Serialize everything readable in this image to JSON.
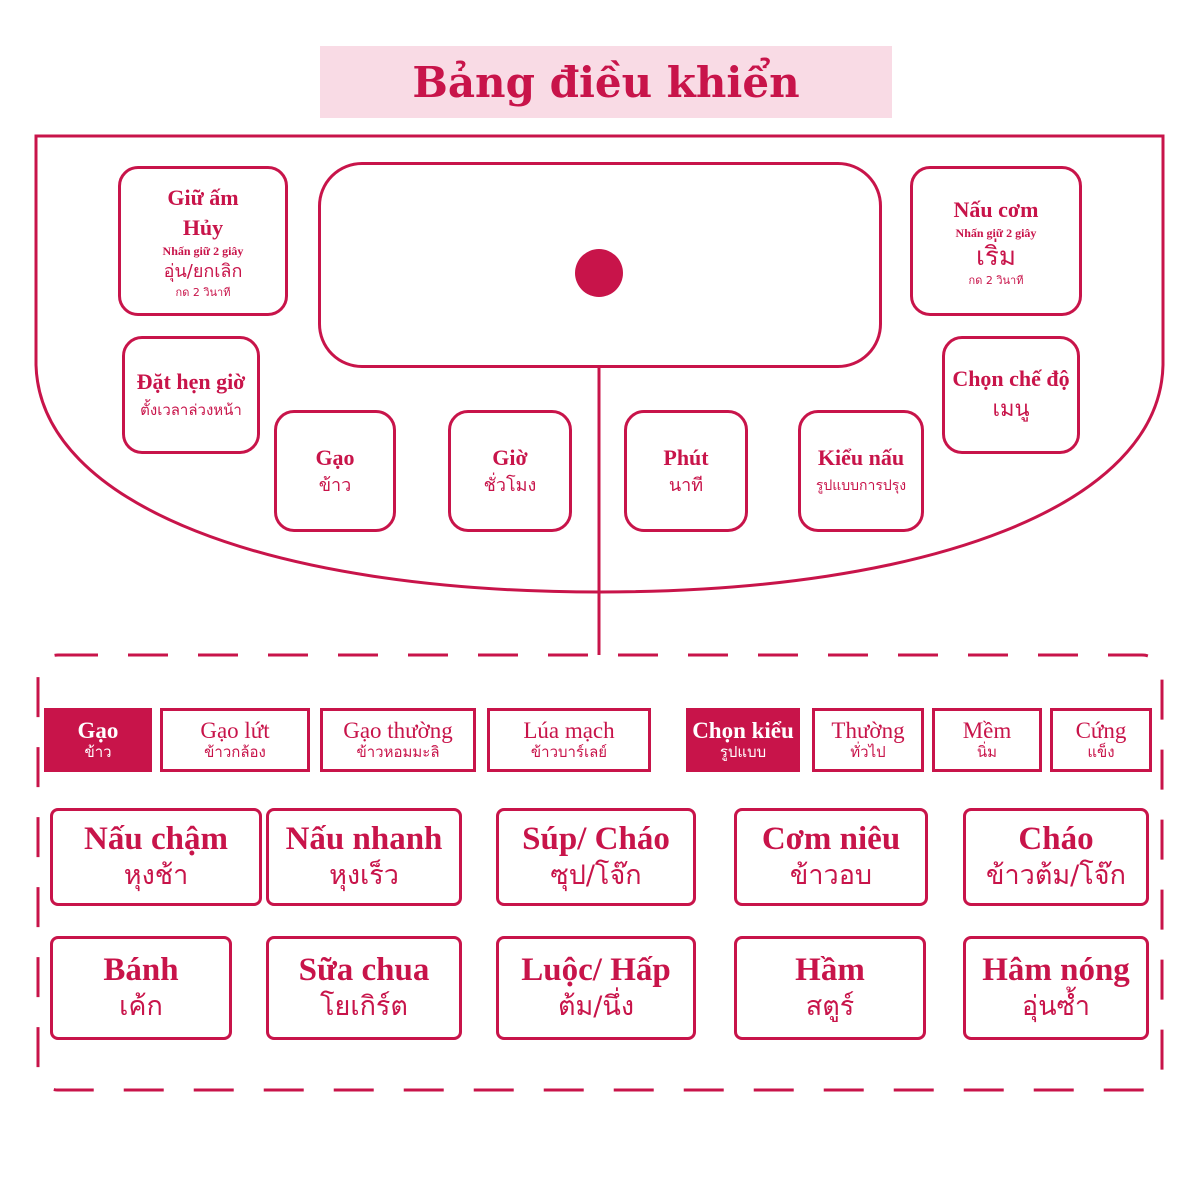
{
  "title": "Bảng điều khiển",
  "colors": {
    "accent": "#c8144a",
    "banner": "#f9dbe5"
  },
  "panel": {
    "keep_warm": {
      "label": "Giữ ấm",
      "label2": "Hủy",
      "hint": "Nhấn giữ 2 giây",
      "thai": "อุ่น/ยกเลิก",
      "thai_hint": "กด 2 วินาที"
    },
    "cook_rice": {
      "label": "Nấu cơm",
      "hint": "Nhấn giữ 2 giây",
      "thai": "เริ่ม",
      "thai_hint": "กด 2 วินาที"
    },
    "timer": {
      "label": "Đặt hẹn giờ",
      "thai": "ตั้งเวลาล่วงหน้า"
    },
    "menu": {
      "label": "Chọn chế độ",
      "thai": "เมนู"
    },
    "rice": {
      "label": "Gạo",
      "thai": "ข้าว"
    },
    "hour": {
      "label": "Giờ",
      "thai": "ชั่วโมง"
    },
    "minute": {
      "label": "Phút",
      "thai": "นาที"
    },
    "style": {
      "label": "Kiểu nấu",
      "thai": "รูปแบบการปรุง"
    }
  },
  "rice_types": [
    {
      "label": "Gạo",
      "thai": "ข้าว"
    },
    {
      "label": "Gạo lứt",
      "thai": "ข้าวกล้อง"
    },
    {
      "label": "Gạo thường",
      "thai": "ข้าวหอมมะลิ"
    },
    {
      "label": "Lúa mạch",
      "thai": "ข้าวบาร์เลย์"
    }
  ],
  "textures": [
    {
      "label": "Chọn kiểu",
      "thai": "รูปแบบ"
    },
    {
      "label": "Thường",
      "thai": "ทั่วไป"
    },
    {
      "label": "Mềm",
      "thai": "นิ่ม"
    },
    {
      "label": "Cứng",
      "thai": "แข็ง"
    }
  ],
  "modes": [
    {
      "label": "Nấu chậm",
      "thai": "หุงช้า"
    },
    {
      "label": "Nấu nhanh",
      "thai": "หุงเร็ว"
    },
    {
      "label": "Súp/ Cháo",
      "thai": "ซุป/โจ๊ก"
    },
    {
      "label": "Cơm niêu",
      "thai": "ข้าวอบ"
    },
    {
      "label": "Cháo",
      "thai": "ข้าวต้ม/โจ๊ก"
    },
    {
      "label": "Bánh",
      "thai": "เค้ก"
    },
    {
      "label": "Sữa chua",
      "thai": "โยเกิร์ต"
    },
    {
      "label": "Luộc/ Hấp",
      "thai": "ต้ม/นึ่ง"
    },
    {
      "label": "Hầm",
      "thai": "สตูร์"
    },
    {
      "label": "Hâm nóng",
      "thai": "อุ่นซ้ำ"
    }
  ]
}
